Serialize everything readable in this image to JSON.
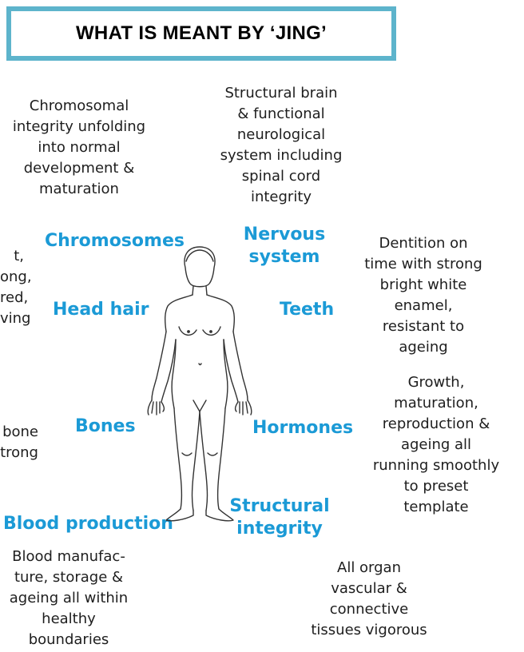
{
  "title": "WHAT IS MEANT BY ‘JING’",
  "labels": {
    "chromosomes": "Chromosomes",
    "nervous": "Nervous\nsystem",
    "head_hair": "Head hair",
    "teeth": "Teeth",
    "bones": "Bones",
    "hormones": "Hormones",
    "blood": "Blood production",
    "structural": "Structural\nintegrity"
  },
  "descriptions": {
    "chromosomes": "Chromosomal\nintegrity unfolding\ninto normal\ndevelopment &\nmaturation",
    "nervous": "Structural brain\n& functional\nneurological\nsystem including\nspinal cord\nintegrity",
    "head_hair_partial": "t,\nong,\nred,\nving",
    "teeth": "Dentition on\ntime with strong\nbright white\nenamel,\nresistant to\nageing",
    "bones_partial": "bone\ntrong",
    "hormones": "Growth,\nmaturation,\nreproduction &\nageing all\nrunning smoothly\nto preset\ntemplate",
    "blood": "Blood manufac-\nture, storage &\nageing all within\nhealthy\nboundaries",
    "structural": "All organ\nvascular &\nconnective\ntissues vigorous"
  }
}
